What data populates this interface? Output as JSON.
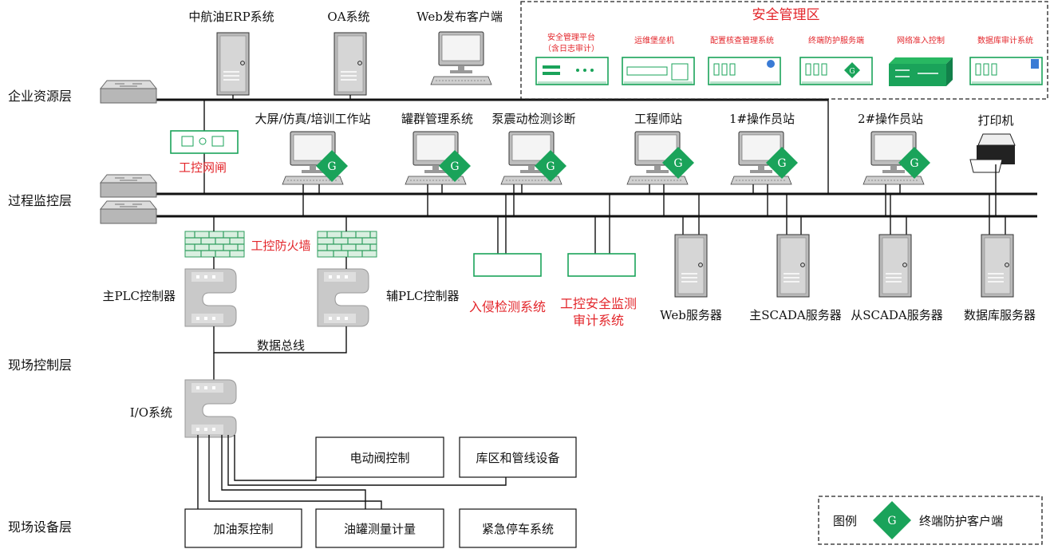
{
  "layers": {
    "enterprise": "企业资源层",
    "process": "过程监控层",
    "field_control": "现场控制层",
    "field_device": "现场设备层"
  },
  "security_zone": {
    "title": "安全管理区",
    "devices": [
      {
        "line1": "安全管理平台",
        "line2": "（含日志审计）"
      },
      {
        "line1": "运维堡垒机"
      },
      {
        "line1": "配置核查管理系统"
      },
      {
        "line1": "终端防护服务端"
      },
      {
        "line1": "网络准入控制"
      },
      {
        "line1": "数据库审计系统"
      }
    ]
  },
  "enterprise_systems": {
    "erp": "中航油ERP系统",
    "oa": "OA系统",
    "web_client": "Web发布客户端"
  },
  "gateway": "工控网闸",
  "workstations": {
    "screen": "大屏/仿真/培训工作站",
    "tank": "罐群管理系统",
    "pump": "泵震动检测诊断",
    "engineer": "工程师站",
    "op1": "1#操作员站",
    "op2": "2#操作员站",
    "printer": "打印机"
  },
  "security_devices": {
    "firewall": "工控防火墙",
    "ids": "入侵检测系统",
    "audit_line1": "工控安全监测",
    "audit_line2": "审计系统"
  },
  "servers": {
    "web": "Web服务器",
    "scada_main": "主SCADA服务器",
    "scada_backup": "从SCADA服务器",
    "db": "数据库服务器"
  },
  "controllers": {
    "main_plc": "主PLC控制器",
    "aux_plc": "辅PLC控制器",
    "bus": "数据总线",
    "io": "I/O系统"
  },
  "field_boxes": {
    "valve": "电动阀控制",
    "pipeline": "库区和管线设备",
    "pump": "加油泵控制",
    "tank": "油罐测量计量",
    "emergency": "紧急停车系统"
  },
  "legend": {
    "title": "图例",
    "badge": "G",
    "label": "终端防护客户端"
  },
  "colors": {
    "accent": "#1aa35a",
    "red_text": "#e3262b",
    "firewall": "#2e9e5e"
  }
}
